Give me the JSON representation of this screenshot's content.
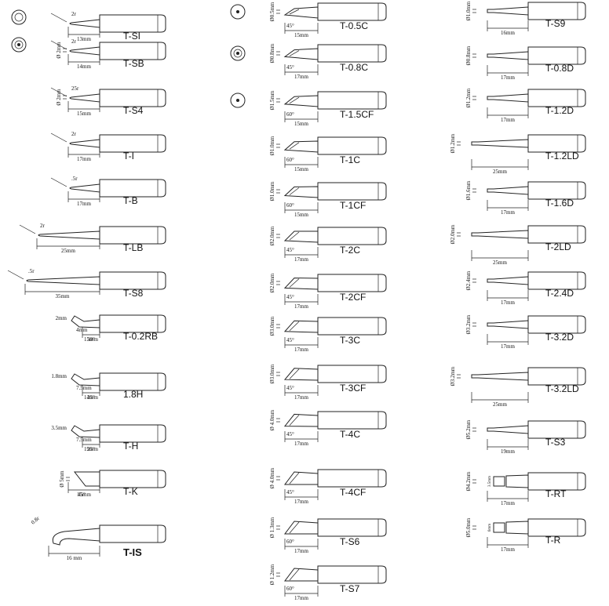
{
  "columns": [
    {
      "tips": [
        {
          "name": "T-SI",
          "length": "13mm",
          "radius": "2r",
          "icon": "double-circle"
        },
        {
          "name": "T-SB",
          "length": "14mm",
          "radius": "2r",
          "diameter": "Ø 2mm",
          "icon": "double-circle-dot"
        },
        {
          "name": "T-S4",
          "length": "15mm",
          "radius": "25r",
          "diameter": "Ø 2mm"
        },
        {
          "name": "T-I",
          "length": "17mm",
          "radius": "2r"
        },
        {
          "name": "T-B",
          "length": "17mm",
          "radius": ".5r"
        },
        {
          "name": "T-LB",
          "length": "25mm",
          "radius": "2r"
        },
        {
          "name": "T-S8",
          "length": "35mm",
          "radius": ".5r"
        },
        {
          "name": "T-0.2RB",
          "length": "15mm",
          "width": "2mm",
          "side": "4mm",
          "angle": "30°"
        },
        {
          "name": "1.8H",
          "length": "14mm",
          "width": "1.8mm",
          "side": "7.5mm",
          "angle": "25°"
        },
        {
          "name": "T-H",
          "length": "19mm",
          "width": "3.5mm",
          "side": "7.5mm",
          "angle": "25°"
        },
        {
          "name": "T-K",
          "length": "15mm",
          "diameter": "Ø 5mm",
          "angle": "45°"
        },
        {
          "name": "T-IS",
          "length": "16 mm",
          "radius": "0.8r"
        }
      ]
    },
    {
      "tips": [
        {
          "name": "T-0.5C",
          "length": "15mm",
          "diameter": "Ø0.5mm",
          "angle": "45°",
          "icon": "dot-circle"
        },
        {
          "name": "T-0.8C",
          "length": "17mm",
          "diameter": "Ø0.8mm",
          "angle": "45°",
          "icon": "double-circle-dot"
        },
        {
          "name": "T-1.5CF",
          "length": "15mm",
          "diameter": "Ø1.5mm",
          "angle": "60°",
          "icon": "circle-dot"
        },
        {
          "name": "T-1C",
          "length": "15mm",
          "diameter": "Ø1.0mm",
          "angle": "60°"
        },
        {
          "name": "T-1CF",
          "length": "15mm",
          "diameter": "Ø1.0mm",
          "angle": "60°"
        },
        {
          "name": "T-2C",
          "length": "17mm",
          "diameter": "Ø2.0mm",
          "angle": "45°"
        },
        {
          "name": "T-2CF",
          "length": "17mm",
          "diameter": "Ø2.0mm",
          "angle": "45°"
        },
        {
          "name": "T-3C",
          "length": "17mm",
          "diameter": "Ø3.0mm",
          "angle": "45°"
        },
        {
          "name": "T-3CF",
          "length": "17mm",
          "diameter": "Ø3.0mm",
          "angle": "45°"
        },
        {
          "name": "T-4C",
          "length": "17mm",
          "diameter": "Ø 4.0mm",
          "angle": "45°"
        },
        {
          "name": "T-4CF",
          "length": "17mm",
          "diameter": "Ø 4.0mm",
          "angle": "45°"
        },
        {
          "name": "T-S6",
          "length": "17mm",
          "diameter": "Ø 1.3mm",
          "angle": "60°"
        },
        {
          "name": "T-S7",
          "length": "17mm",
          "diameter": "Ø 1.2mm",
          "angle": "60°"
        }
      ]
    },
    {
      "tips": [
        {
          "name": "T-S9",
          "length": "16mm",
          "diameter": "Ø1.0mm"
        },
        {
          "name": "T-0.8D",
          "length": "17mm",
          "diameter": "Ø0.8mm"
        },
        {
          "name": "T-1.2D",
          "length": "17mm",
          "diameter": "Ø1.2mm"
        },
        {
          "name": "T-1.2LD",
          "length": "25mm",
          "diameter": "Ø1.2mm"
        },
        {
          "name": "T-1.6D",
          "length": "17mm",
          "diameter": "Ø1.6mm"
        },
        {
          "name": "T-2LD",
          "length": "25mm",
          "diameter": "Ø2.0mm"
        },
        {
          "name": "T-2.4D",
          "length": "17mm",
          "diameter": "Ø2.4mm"
        },
        {
          "name": "T-3.2D",
          "length": "17mm",
          "diameter": "Ø3.2mm"
        },
        {
          "name": "T-3.2LD",
          "length": "25mm",
          "diameter": "Ø3.2mm"
        },
        {
          "name": "T-S3",
          "length": "19mm",
          "diameter": "Ø5.2mm"
        },
        {
          "name": "T-RT",
          "length": "17mm",
          "diameter": "Ø4.2mm",
          "side": "3.5mm"
        },
        {
          "name": "T-R",
          "length": "17mm",
          "diameter": "Ø5.0mm",
          "side": "6mm"
        }
      ]
    }
  ]
}
